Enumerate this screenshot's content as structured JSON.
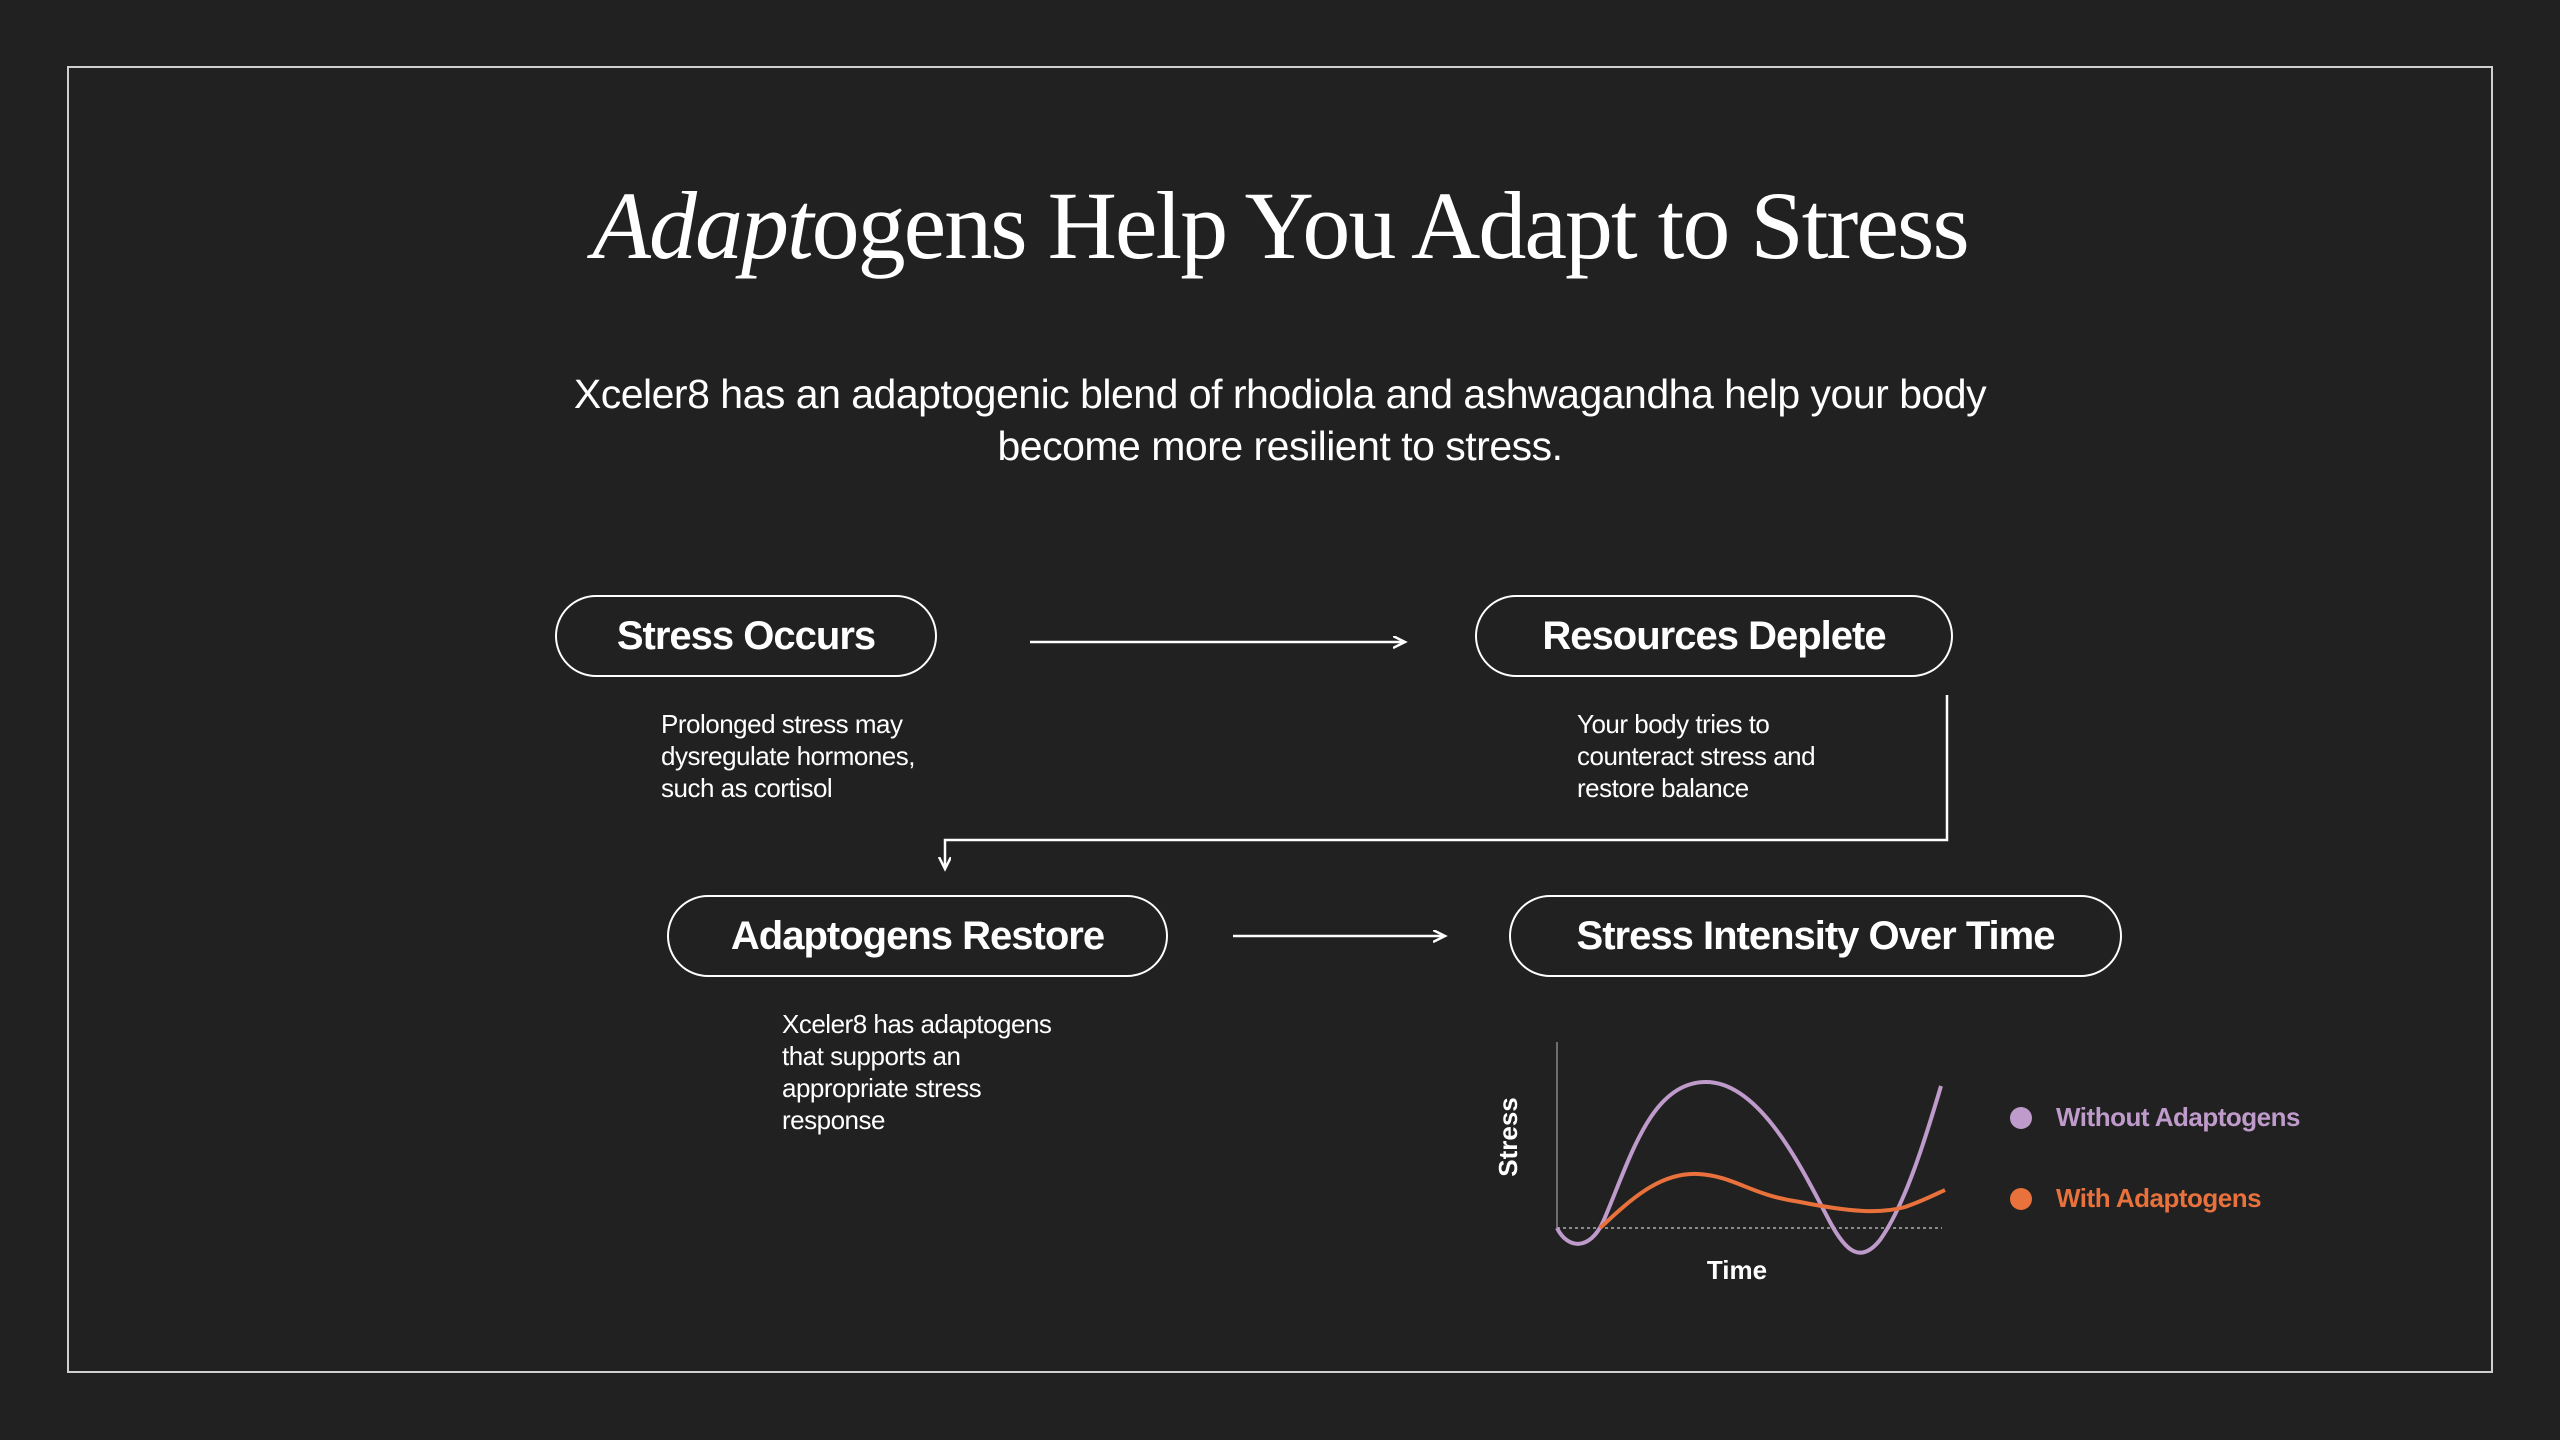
{
  "title": {
    "italic": "Adapt",
    "roman": "ogens Help You Adapt to Stress"
  },
  "subtitle": {
    "line1": "Xceler8 has an adaptogenic blend of rhodiola and ashwagandha help your body",
    "line2": "become more resilient to stress."
  },
  "steps": [
    {
      "label": "Stress Occurs",
      "color": "#b8aea4",
      "desc": [
        "Prolonged stress may",
        "dysregulate hormones,",
        "such as cortisol"
      ]
    },
    {
      "label": "Resources Deplete",
      "color": "#e8713c",
      "desc": [
        "Your body tries to",
        "counteract stress and",
        "restore balance"
      ]
    },
    {
      "label": "Adaptogens Restore",
      "color": "#bf9bcb",
      "desc": [
        "Xceler8 has adaptogens",
        "that supports an",
        "appropriate stress",
        "response"
      ]
    },
    {
      "label": "Stress Intensity Over Time",
      "color": "#4a3552",
      "desc": []
    }
  ],
  "chart_data": {
    "type": "line",
    "xlabel": "Time",
    "ylabel": "Stress",
    "grid": false,
    "legend_position": "right",
    "series": [
      {
        "name": "Without Adaptogens",
        "color": "#bf9bcb"
      },
      {
        "name": "With Adaptogens",
        "color": "#e8713c"
      }
    ]
  }
}
